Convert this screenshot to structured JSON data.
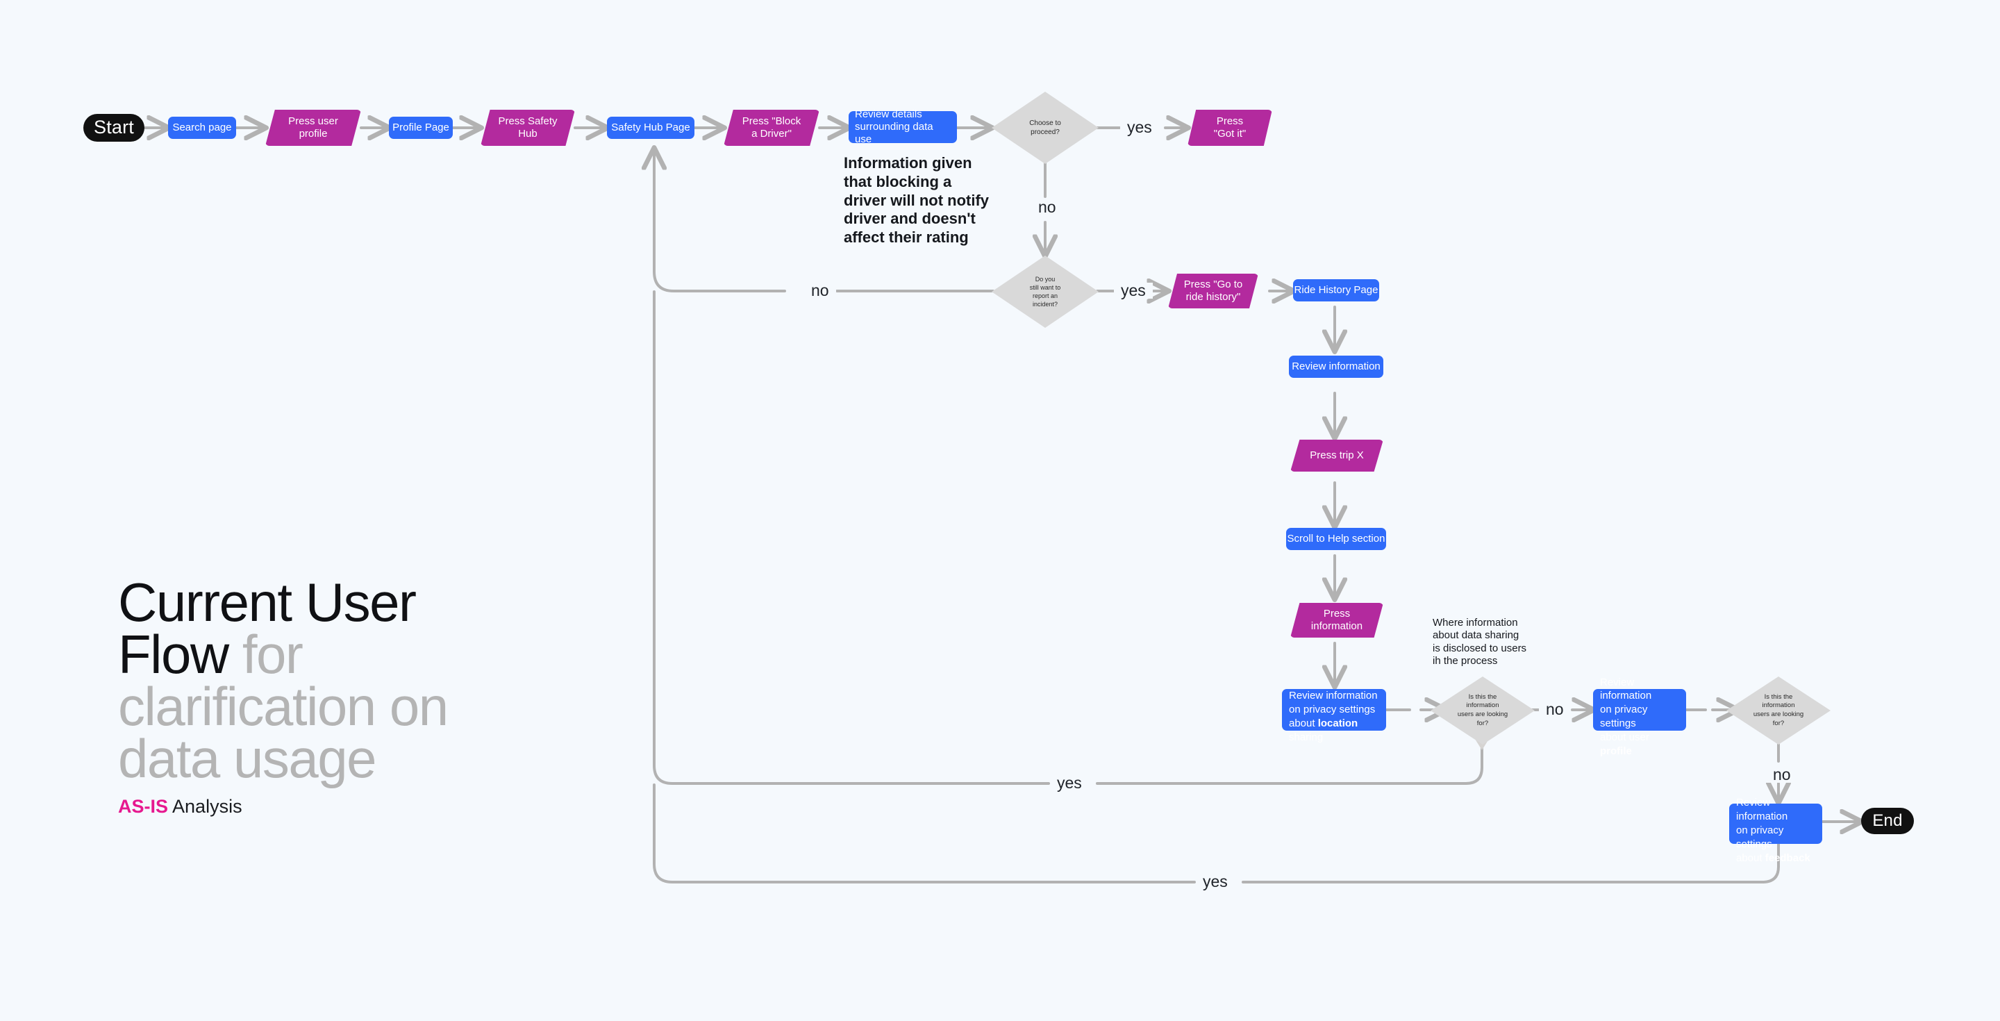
{
  "meta": {
    "background_color": "#f5f9fd",
    "accent_blue": "#2f6bfa",
    "accent_magenta": "#b32a9e",
    "decision_grey": "#d9d9d9",
    "terminal_black": "#111111",
    "pink": "#e6198f"
  },
  "title": {
    "line1_dark": "Current User",
    "line2_dark": "Flow ",
    "line2_grey": "for",
    "line3_grey": "clarification on",
    "line4_grey": "data usage",
    "subtitle_strong": "AS-IS",
    "subtitle_rest": " Analysis"
  },
  "nodes": {
    "start": "Start",
    "search_page": "Search page",
    "press_user_profile": "Press user\nprofile",
    "profile_page": "Profile Page",
    "press_safety_hub": "Press Safety\nHub",
    "safety_hub_page": "Safety Hub Page",
    "press_block_driver": "Press \"Block\na Driver\"",
    "review_details": "Review details\nsurrounding data use",
    "choose_to_proceed": "Choose to\nproceed?",
    "press_got_it": "Press\n\"Got it\"",
    "report_incident": "Do you\nstill want to\nreport an\nincident?",
    "press_go_ride_history": "Press \"Go to\nride history\"",
    "ride_history_page": "Ride History Page",
    "review_information": "Review information",
    "press_trip_x": "Press trip X",
    "scroll_help": "Scroll to Help section",
    "press_information": "Press\ninformation",
    "privacy_location_pre": "Review information\non privacy settings\nabout ",
    "privacy_location_bold": "location",
    "privacy_location_post": " sharing",
    "decision_looking_for_1": "Is this the\ninformation\nusers are looking\nfor?",
    "privacy_profile_pre": "Review information\non privacy settings\nabout user ",
    "privacy_profile_bold": "profile",
    "decision_looking_for_2": "Is this the\ninformation\nusers are looking\nfor?",
    "privacy_feedback_pre": "Review information\non privacy settings\nabout ",
    "privacy_feedback_bold": "feedback",
    "end": "End"
  },
  "edge_labels": {
    "yes_proceed": "yes",
    "no_proceed": "no",
    "no_report_loop": "no",
    "yes_report": "yes",
    "no_looking_1": "no",
    "yes_loop_middle": "yes",
    "no_looking_2": "no",
    "yes_loop_bottom": "yes"
  },
  "notes": {
    "blocking_note": "Information given\nthat blocking a\ndriver will not notify\ndriver and doesn't\naffect their rating",
    "disclosure_note": "Where information\nabout data sharing\nis disclosed to users\nih the process"
  }
}
